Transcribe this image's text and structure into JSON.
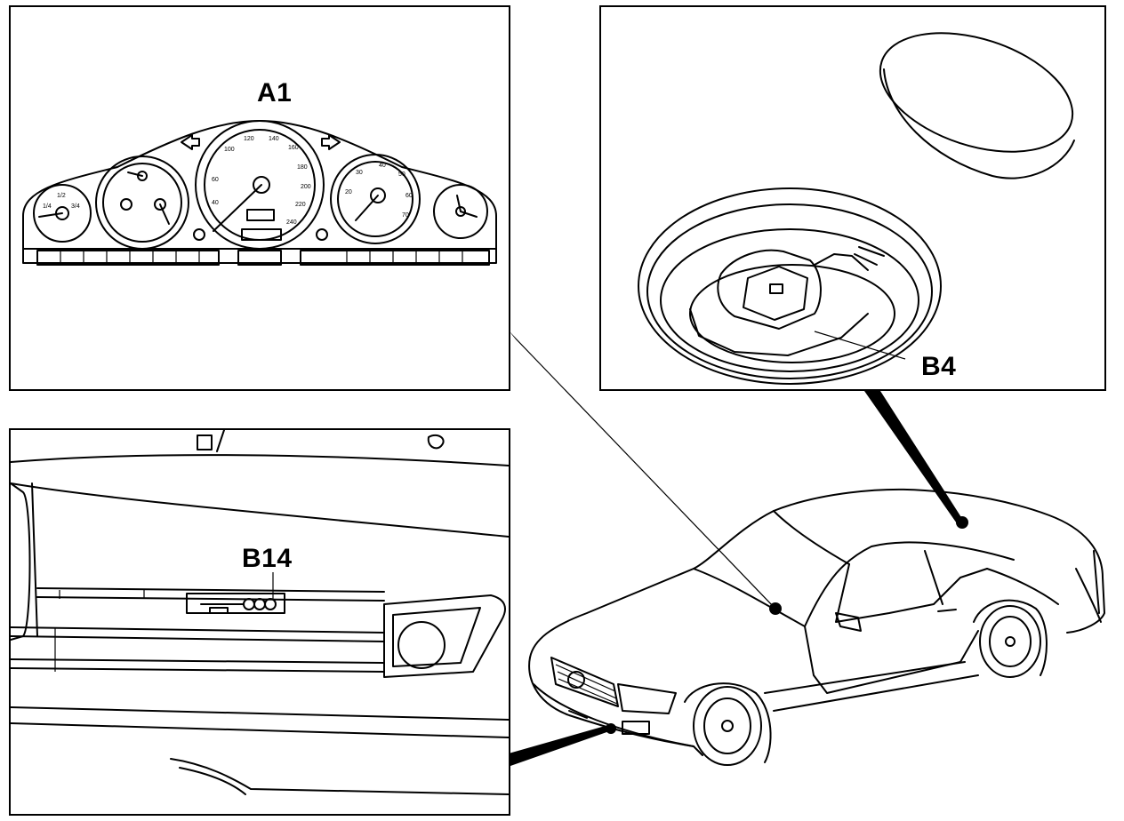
{
  "labels": {
    "a1": "A1",
    "b4": "B4",
    "b14": "B14"
  },
  "colors": {
    "ink": "#000000",
    "paper": "#ffffff"
  }
}
